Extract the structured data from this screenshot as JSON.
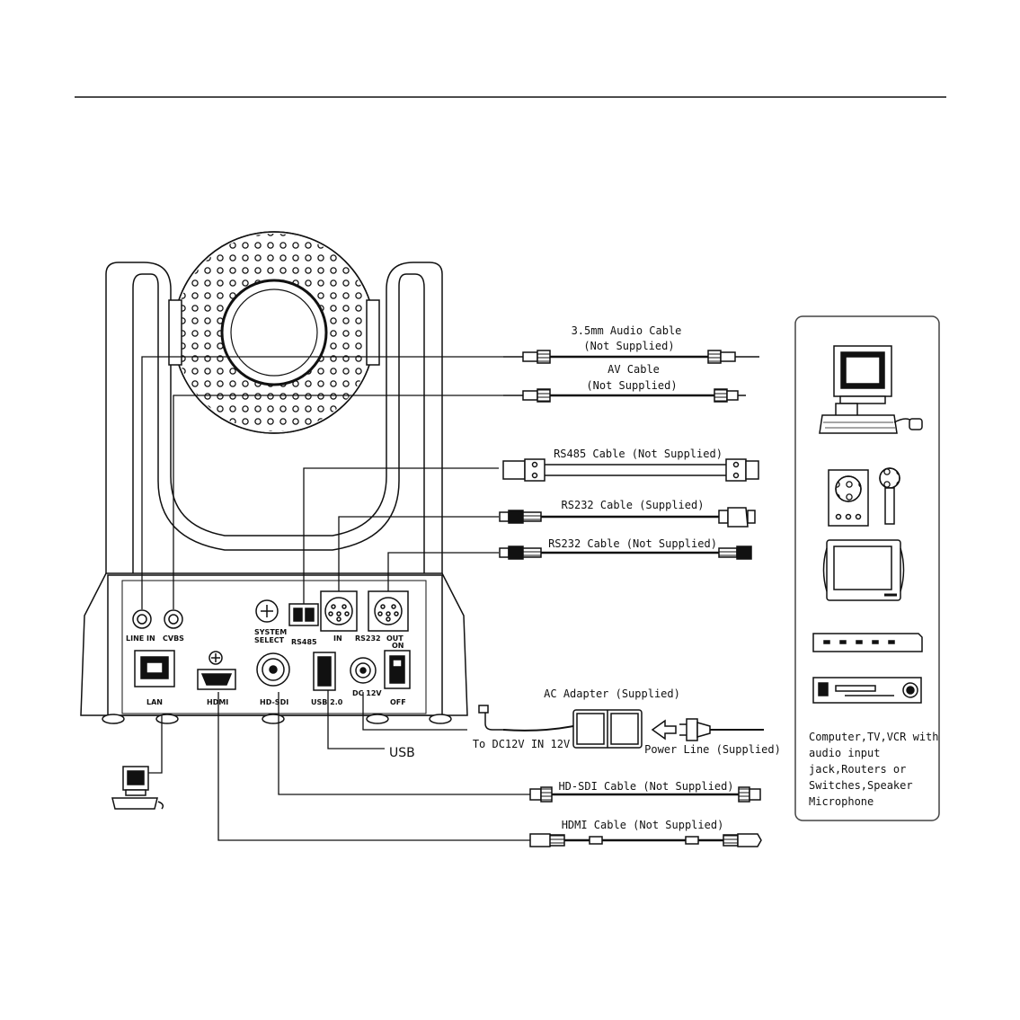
{
  "cables": {
    "audio": {
      "line1": "3.5mm Audio Cable",
      "line2": "(Not Supplied)"
    },
    "av": {
      "line1": "AV Cable",
      "line2": "(Not Supplied)"
    },
    "rs485": "RS485 Cable (Not Supplied)",
    "rs232_supplied": "RS232 Cable (Supplied)",
    "rs232_not_supplied": "RS232 Cable (Not Supplied)",
    "ac_adapter": "AC Adapter (Supplied)",
    "to_dc": "To DC12V IN 12V",
    "power_line": "Power Line (Supplied)",
    "usb": "USB",
    "hdsdi": "HD-SDI Cable (Not Supplied)",
    "hdmi": "HDMI Cable (Not Supplied)"
  },
  "ports": {
    "line_in": "LINE IN",
    "cvbs": "CVBS",
    "system": "SYSTEM",
    "select": "SELECT",
    "rs485": "RS485",
    "in": "IN",
    "rs232": "RS232",
    "out": "OUT",
    "on": "ON",
    "off": "OFF",
    "lan": "LAN",
    "hdmi": "HDMI",
    "hdsdi": "HD-SDI",
    "usb2": "USB 2.0",
    "dc12v": "DC 12V"
  },
  "devices_panel": {
    "lines": [
      "Computer,TV,VCR with",
      "audio input",
      "jack,Routers or",
      "Switches,Speaker",
      "Microphone"
    ]
  },
  "colors": {
    "ink": "#111111",
    "paper": "#ffffff",
    "panel_border": "#444444"
  },
  "icons": [
    "computer-icon",
    "speaker-icon",
    "microphone-icon",
    "tv-icon",
    "router-icon",
    "vcr-icon",
    "pc-icon",
    "camera-icon"
  ]
}
